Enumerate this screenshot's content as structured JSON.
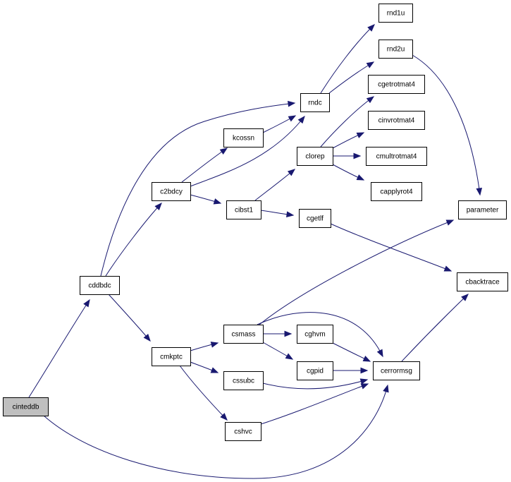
{
  "diagram": {
    "root": "cinteddb",
    "edge_color": "#191970",
    "root_fill": "#bfbfbf",
    "nodes": [
      {
        "id": "cinteddb",
        "label": "cinteddb"
      },
      {
        "id": "cddbdc",
        "label": "cddbdc"
      },
      {
        "id": "c2bdcy",
        "label": "c2bdcy"
      },
      {
        "id": "cmkptc",
        "label": "cmkptc"
      },
      {
        "id": "kcossn",
        "label": "kcossn"
      },
      {
        "id": "cibst1",
        "label": "cibst1"
      },
      {
        "id": "rndc",
        "label": "rndc"
      },
      {
        "id": "rnd1u",
        "label": "rnd1u"
      },
      {
        "id": "rnd2u",
        "label": "rnd2u"
      },
      {
        "id": "clorep",
        "label": "clorep"
      },
      {
        "id": "cgetrotmat4",
        "label": "cgetrotmat4"
      },
      {
        "id": "cinvrotmat4",
        "label": "cinvrotmat4"
      },
      {
        "id": "cmultrotmat4",
        "label": "cmultrotmat4"
      },
      {
        "id": "capplyrot4",
        "label": "capplyrot4"
      },
      {
        "id": "cgetlf",
        "label": "cgetlf"
      },
      {
        "id": "parameter",
        "label": "parameter"
      },
      {
        "id": "cbacktrace",
        "label": "cbacktrace"
      },
      {
        "id": "csmass",
        "label": "csmass"
      },
      {
        "id": "cghvm",
        "label": "cghvm"
      },
      {
        "id": "cgpid",
        "label": "cgpid"
      },
      {
        "id": "cerrormsg",
        "label": "cerrormsg"
      },
      {
        "id": "cssubc",
        "label": "cssubc"
      },
      {
        "id": "cshvc",
        "label": "cshvc"
      }
    ],
    "edges": [
      {
        "from": "cinteddb",
        "to": "cddbdc"
      },
      {
        "from": "cinteddb",
        "to": "cerrormsg"
      },
      {
        "from": "cddbdc",
        "to": "c2bdcy"
      },
      {
        "from": "cddbdc",
        "to": "rndc"
      },
      {
        "from": "cddbdc",
        "to": "cmkptc"
      },
      {
        "from": "c2bdcy",
        "to": "kcossn"
      },
      {
        "from": "c2bdcy",
        "to": "rndc"
      },
      {
        "from": "c2bdcy",
        "to": "cibst1"
      },
      {
        "from": "kcossn",
        "to": "rndc"
      },
      {
        "from": "rndc",
        "to": "rnd1u"
      },
      {
        "from": "rndc",
        "to": "rnd2u"
      },
      {
        "from": "rnd2u",
        "to": "parameter"
      },
      {
        "from": "cibst1",
        "to": "clorep"
      },
      {
        "from": "cibst1",
        "to": "cgetlf"
      },
      {
        "from": "clorep",
        "to": "cgetrotmat4"
      },
      {
        "from": "clorep",
        "to": "cinvrotmat4"
      },
      {
        "from": "clorep",
        "to": "cmultrotmat4"
      },
      {
        "from": "clorep",
        "to": "capplyrot4"
      },
      {
        "from": "cgetlf",
        "to": "cbacktrace"
      },
      {
        "from": "cmkptc",
        "to": "csmass"
      },
      {
        "from": "cmkptc",
        "to": "cssubc"
      },
      {
        "from": "cmkptc",
        "to": "cshvc"
      },
      {
        "from": "csmass",
        "to": "parameter"
      },
      {
        "from": "csmass",
        "to": "cghvm"
      },
      {
        "from": "csmass",
        "to": "cgpid"
      },
      {
        "from": "csmass",
        "to": "cerrormsg"
      },
      {
        "from": "cghvm",
        "to": "cerrormsg"
      },
      {
        "from": "cgpid",
        "to": "cerrormsg"
      },
      {
        "from": "cssubc",
        "to": "cerrormsg"
      },
      {
        "from": "cshvc",
        "to": "cerrormsg"
      },
      {
        "from": "cerrormsg",
        "to": "cbacktrace"
      }
    ]
  }
}
